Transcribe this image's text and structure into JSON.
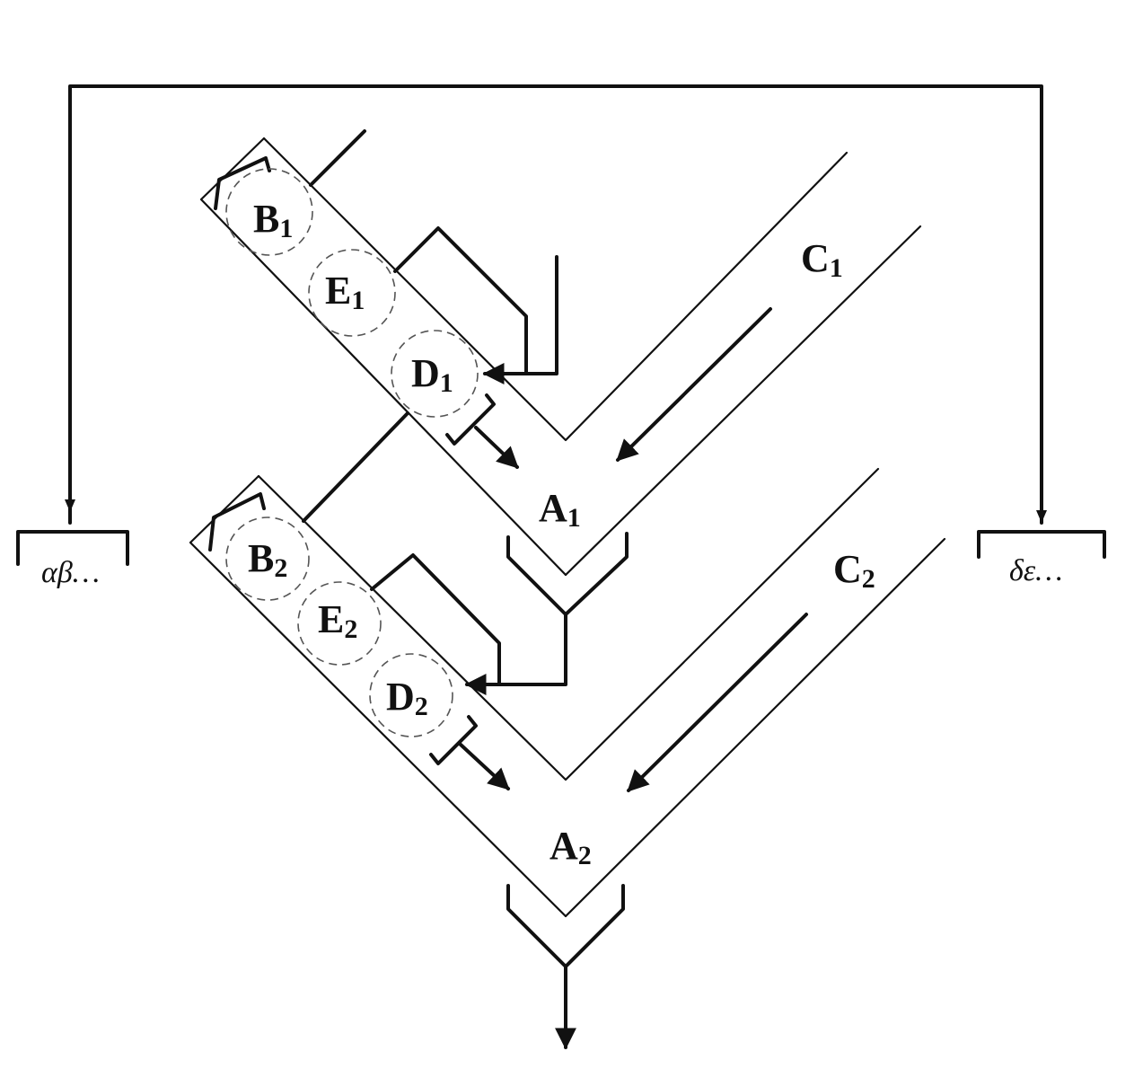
{
  "labels": {
    "B1": {
      "main": "B",
      "sub": "1"
    },
    "E1": {
      "main": "E",
      "sub": "1"
    },
    "D1": {
      "main": "D",
      "sub": "1"
    },
    "C1": {
      "main": "C",
      "sub": "1"
    },
    "A1": {
      "main": "A",
      "sub": "1"
    },
    "B2": {
      "main": "B",
      "sub": "2"
    },
    "E2": {
      "main": "E",
      "sub": "2"
    },
    "D2": {
      "main": "D",
      "sub": "2"
    },
    "C2": {
      "main": "C",
      "sub": "2"
    },
    "A2": {
      "main": "A",
      "sub": "2"
    }
  },
  "outputs": {
    "left": "αβ…",
    "right": "δε…"
  }
}
